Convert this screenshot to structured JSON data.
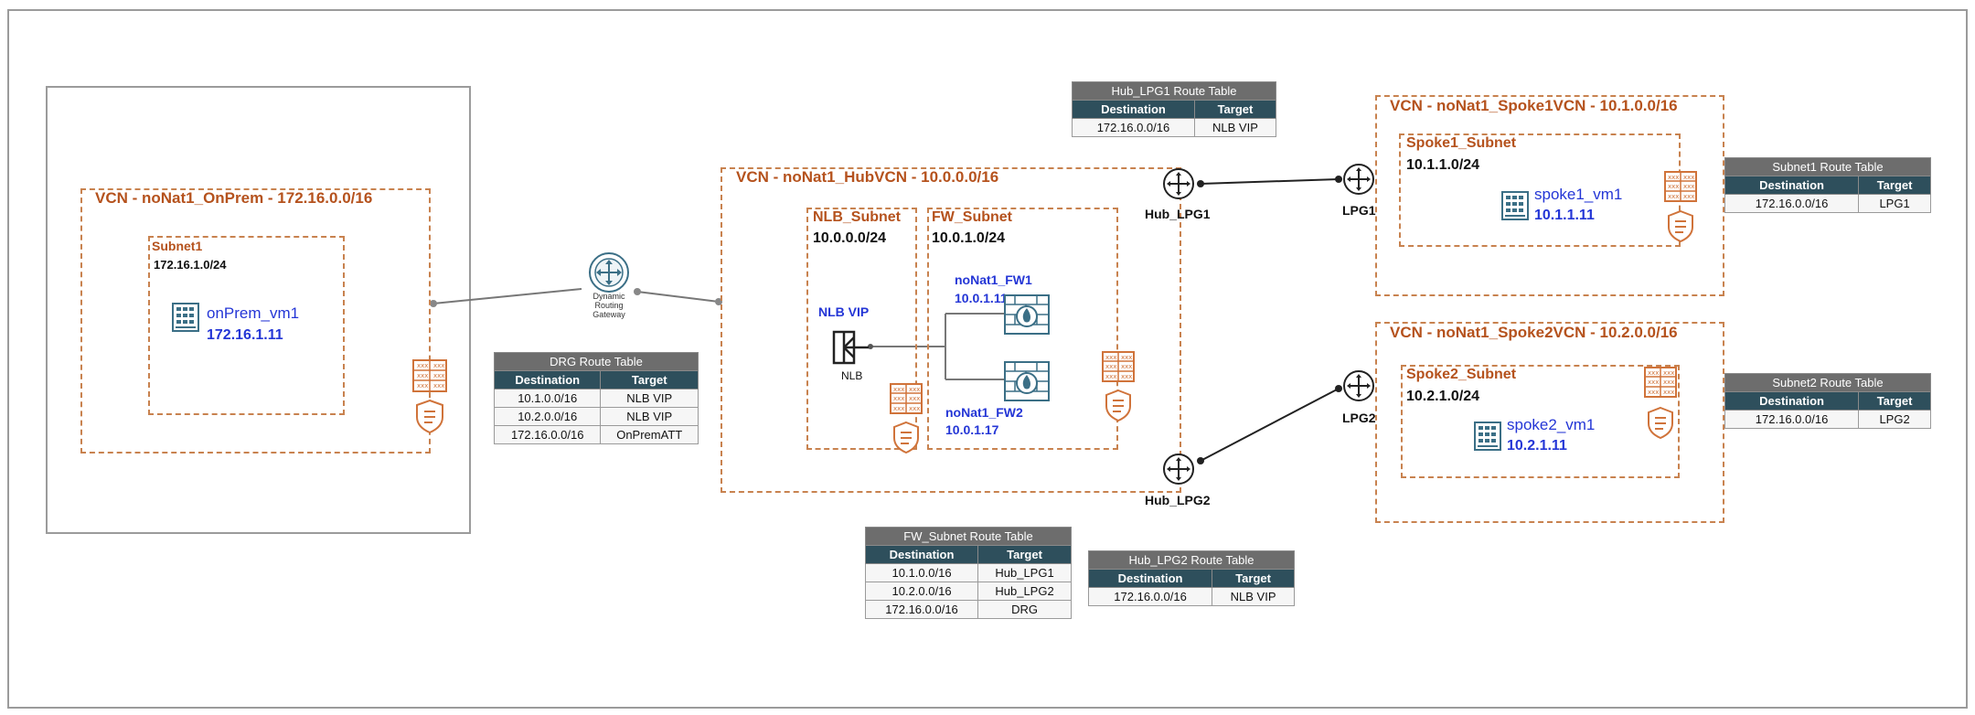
{
  "onprem_vcn": {
    "title": "VCN - noNat1_OnPrem - 172.16.0.0/16",
    "subnet_title": "Subnet1",
    "subnet_cidr": "172.16.1.0/24",
    "vm_name": "onPrem_vm1",
    "vm_ip": "172.16.1.11"
  },
  "drg": {
    "label_line1": "Dynamic",
    "label_line2": "Routing",
    "label_line3": "Gateway"
  },
  "hub_vcn": {
    "title": "VCN - noNat1_HubVCN - 10.0.0.0/16",
    "nlb_subnet_title": "NLB_Subnet",
    "nlb_subnet_cidr": "10.0.0.0/24",
    "fw_subnet_title": "FW_Subnet",
    "fw_subnet_cidr": "10.0.1.0/24",
    "nlb_vip": "NLB VIP",
    "nlb_label": "NLB",
    "fw1_name": "noNat1_FW1",
    "fw1_ip": "10.0.1.11",
    "fw2_name": "noNat1_FW2",
    "fw2_ip": "10.0.1.17",
    "hub_lpg1": "Hub_LPG1",
    "hub_lpg2": "Hub_LPG2"
  },
  "spoke1_vcn": {
    "title": "VCN - noNat1_Spoke1VCN - 10.1.0.0/16",
    "subnet_title": "Spoke1_Subnet",
    "subnet_cidr": "10.1.1.0/24",
    "vm_name": "spoke1_vm1",
    "vm_ip": "10.1.1.11",
    "lpg": "LPG1"
  },
  "spoke2_vcn": {
    "title": "VCN - noNat1_Spoke2VCN - 10.2.0.0/16",
    "subnet_title": "Spoke2_Subnet",
    "subnet_cidr": "10.2.1.0/24",
    "vm_name": "spoke2_vm1",
    "vm_ip": "10.2.1.11",
    "lpg": "LPG2"
  },
  "route_tables": {
    "drg": {
      "title": "DRG Route Table",
      "headers": [
        "Destination",
        "Target"
      ],
      "rows": [
        [
          "10.1.0.0/16",
          "NLB VIP"
        ],
        [
          "10.2.0.0/16",
          "NLB VIP"
        ],
        [
          "172.16.0.0/16",
          "OnPremATT"
        ]
      ]
    },
    "hub_lpg1": {
      "title": "Hub_LPG1 Route Table",
      "headers": [
        "Destination",
        "Target"
      ],
      "rows": [
        [
          "172.16.0.0/16",
          "NLB VIP"
        ]
      ]
    },
    "hub_lpg2": {
      "title": "Hub_LPG2 Route Table",
      "headers": [
        "Destination",
        "Target"
      ],
      "rows": [
        [
          "172.16.0.0/16",
          "NLB VIP"
        ]
      ]
    },
    "fw_subnet": {
      "title": "FW_Subnet Route Table",
      "headers": [
        "Destination",
        "Target"
      ],
      "rows": [
        [
          "10.1.0.0/16",
          "Hub_LPG1"
        ],
        [
          "10.2.0.0/16",
          "Hub_LPG2"
        ],
        [
          "172.16.0.0/16",
          "DRG"
        ]
      ]
    },
    "subnet1": {
      "title": "Subnet1 Route Table",
      "headers": [
        "Destination",
        "Target"
      ],
      "rows": [
        [
          "172.16.0.0/16",
          "LPG1"
        ]
      ]
    },
    "subnet2": {
      "title": "Subnet2 Route Table",
      "headers": [
        "Destination",
        "Target"
      ],
      "rows": [
        [
          "172.16.0.0/16",
          "LPG2"
        ]
      ]
    }
  },
  "colors": {
    "border_orange": "#c8824f",
    "title_orange": "#b5521d",
    "ip_blue": "#2436d6",
    "icon_teal": "#3b6f86",
    "table_header": "#2e4f5c",
    "table_caption": "#6d6d6d"
  }
}
